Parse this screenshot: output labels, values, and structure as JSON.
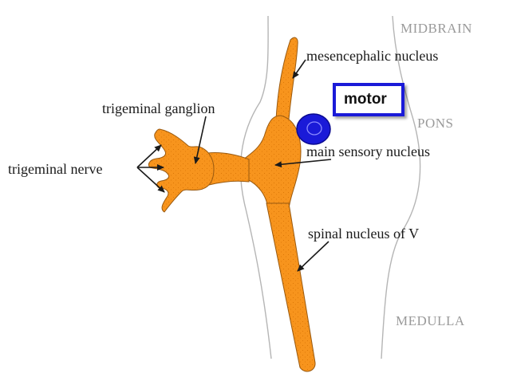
{
  "regions": {
    "midbrain": "MIDBRAIN",
    "pons": "PONS",
    "medulla": "MEDULLA"
  },
  "labels": {
    "mesencephalic_nucleus": "mesencephalic nucleus",
    "trigeminal_ganglion": "trigeminal ganglion",
    "trigeminal_nerve": "trigeminal nerve",
    "main_sensory_nucleus": "main sensory nucleus",
    "spinal_nucleus": "spinal nucleus of V"
  },
  "callout": {
    "motor": "motor"
  },
  "colors": {
    "nucleus_fill": "#f7941d",
    "motor_nucleus": "#1a1ad8",
    "brainstem_outline": "#b5b5b5",
    "label_text": "#1a1a1a",
    "region_text": "#9a9a9a"
  }
}
